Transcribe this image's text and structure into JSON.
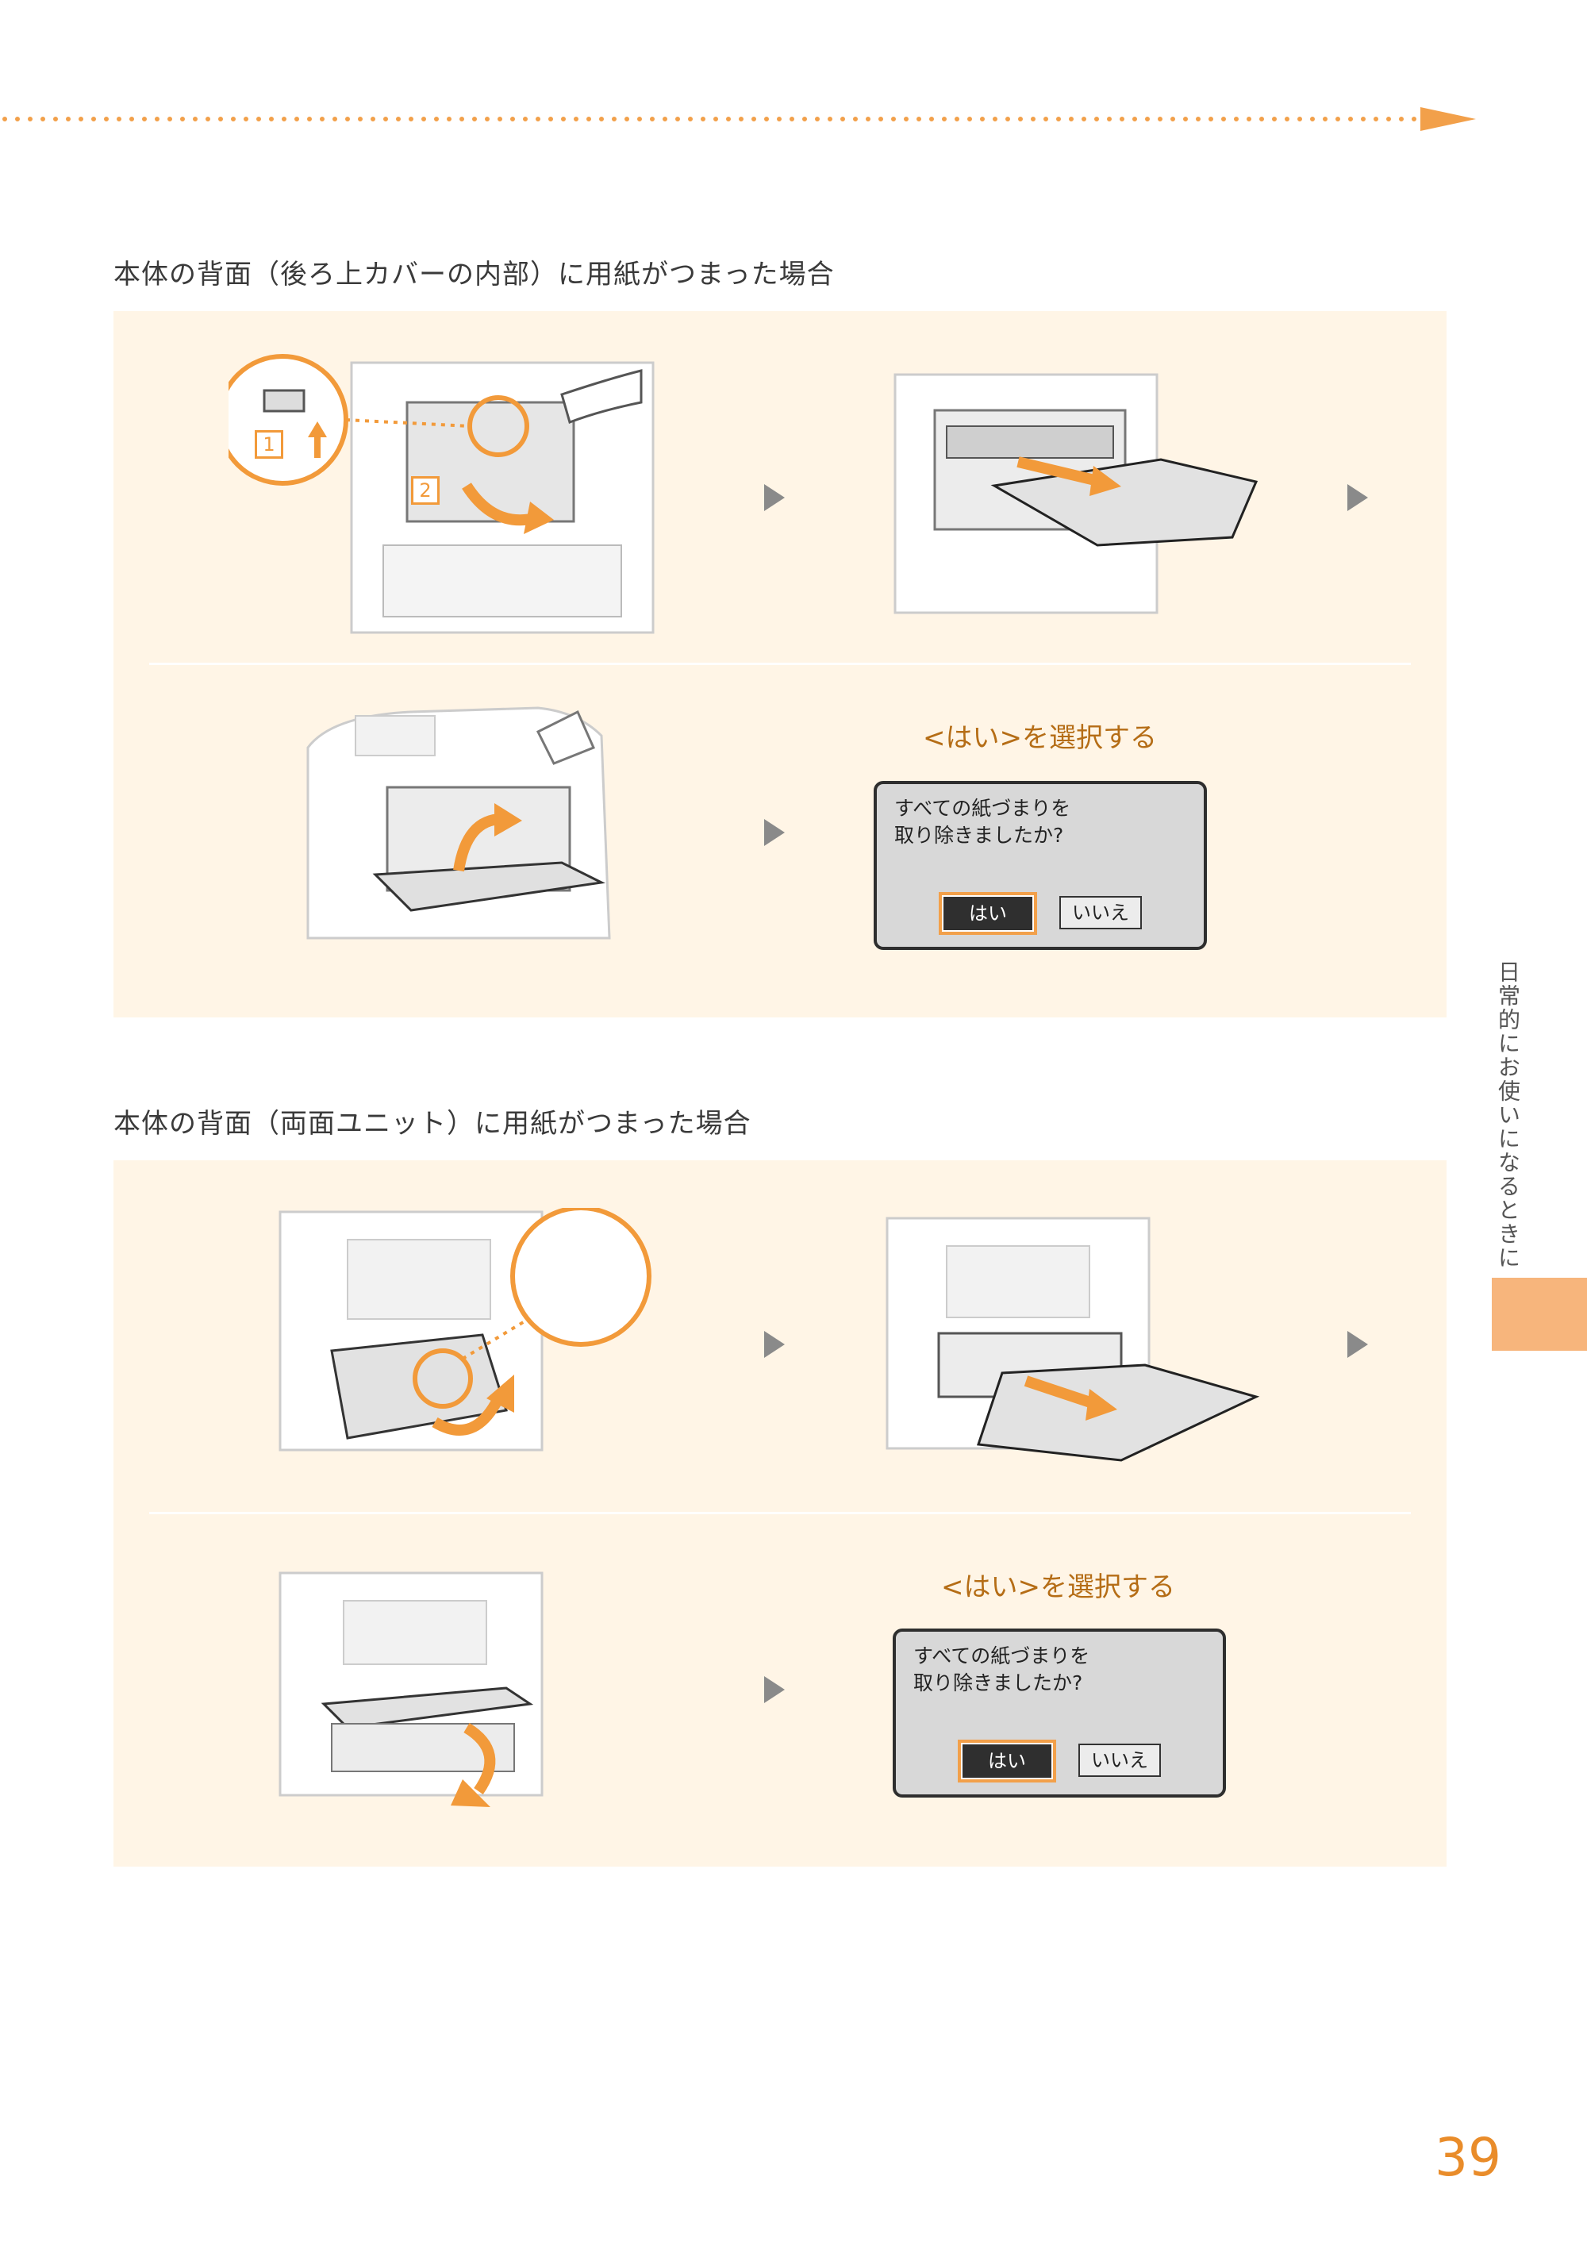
{
  "sections": [
    {
      "title": "本体の背面（後ろ上カバーの内部）に用紙がつまった場合",
      "step_numbers": [
        "1",
        "2"
      ],
      "caption": "<はい>を選択する",
      "lcd": {
        "message": "すべての紙づまりを\n取り除きましたか?",
        "yes_label": "はい",
        "no_label": "いいえ"
      }
    },
    {
      "title": "本体の背面（両面ユニット）に用紙がつまった場合",
      "caption": "<はい>を選択する",
      "lcd": {
        "message": "すべての紙づまりを\n取り除きましたか?",
        "yes_label": "はい",
        "no_label": "いいえ"
      }
    }
  ],
  "sidebar": {
    "chapter_label": "日常的にお使いになるときに"
  },
  "page_number": "39",
  "colors": {
    "accent": "#f29a3a",
    "panel_bg": "#fff5e6",
    "page_number": "#e98c2a",
    "tab": "#f7b57c"
  }
}
